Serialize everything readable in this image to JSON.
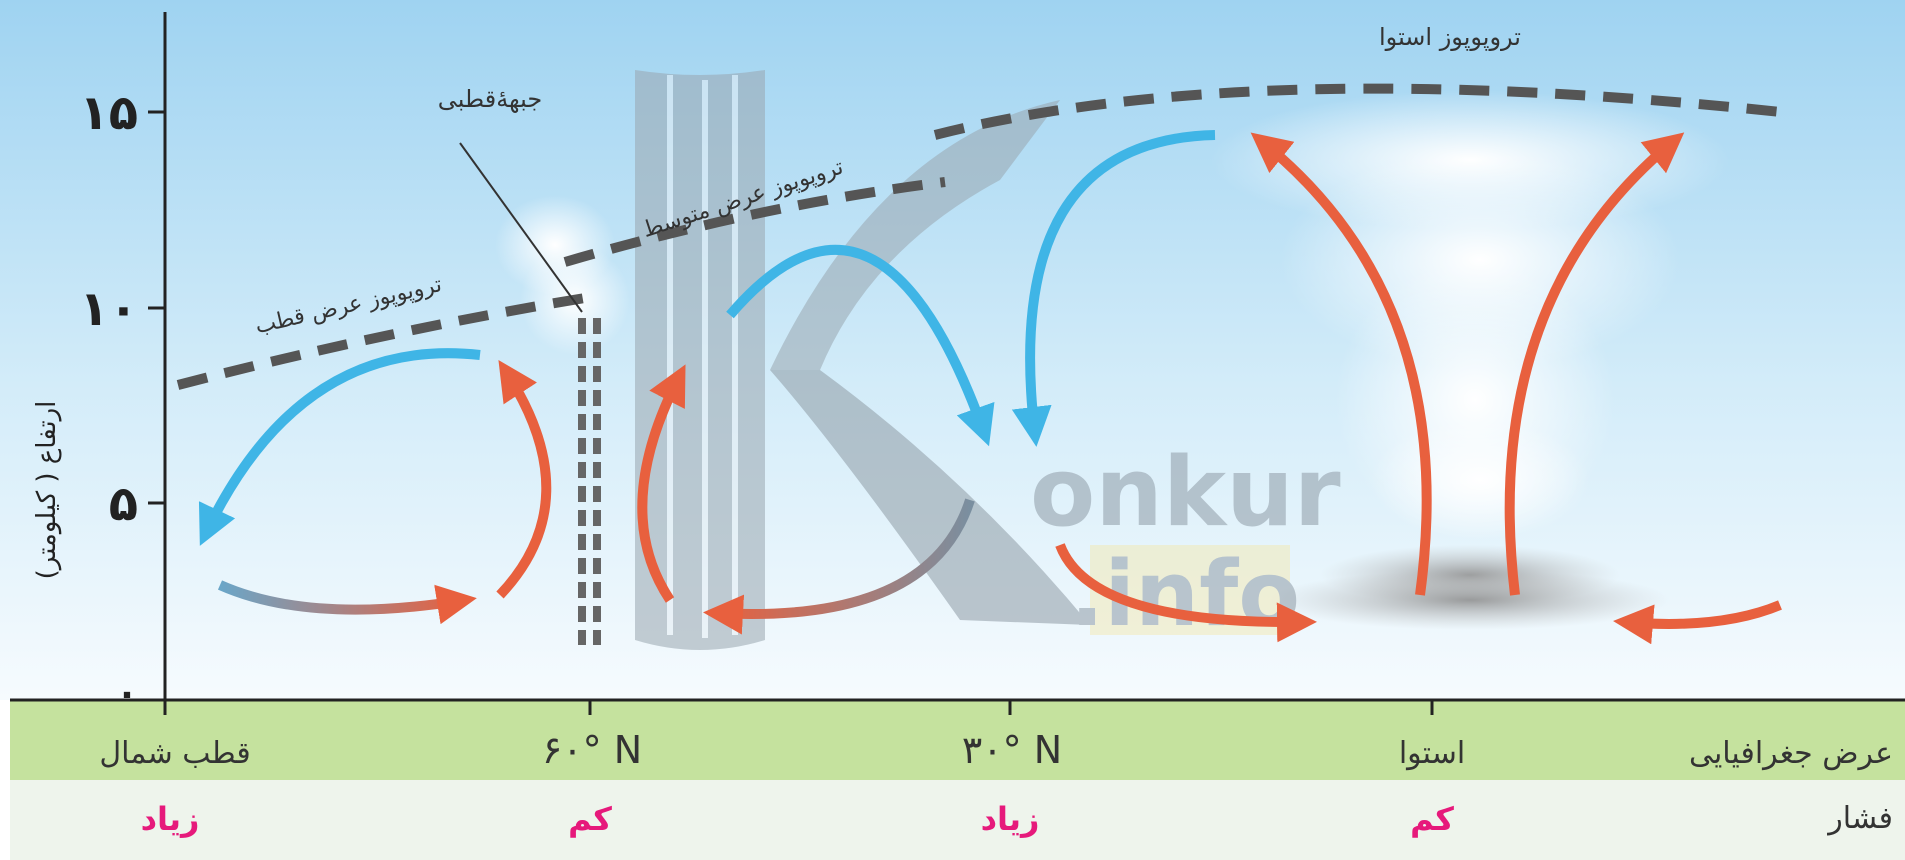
{
  "diagram": {
    "y_axis": {
      "label": "ارتفاع ( کیلومتر)",
      "ticks": [
        "۰",
        "۵",
        "۱۰",
        "۱۵"
      ]
    },
    "tropopause_labels": {
      "equatorial": "تروپوپوز استوا",
      "mid_latitude": "تروپوپوز عرض متوسط",
      "polar": "تروپوپوز عرض قطب"
    },
    "polar_front_label": "جبههٔ‌قطبی",
    "latitude_row": {
      "title": "عرض جغرافیایی",
      "labels": [
        "استوا",
        "۳۰° N",
        "۶۰° N",
        "قطب شمال"
      ]
    },
    "pressure_row": {
      "title": "فشار",
      "labels": [
        "کم",
        "زیاد",
        "کم",
        "زیاد"
      ]
    },
    "watermark": {
      "brand": "onkur",
      "suffix": ".info"
    },
    "colors": {
      "sky_top": "#a9d8f2",
      "sky_bottom": "#f2f9fd",
      "latitude_band": "#c5e29e",
      "pressure_band": "#eef4ec",
      "pressure_text": "#e6197b",
      "arrow_red": "#e8603e",
      "arrow_blue": "#3fb5e6",
      "tropopause": "#555555"
    }
  }
}
